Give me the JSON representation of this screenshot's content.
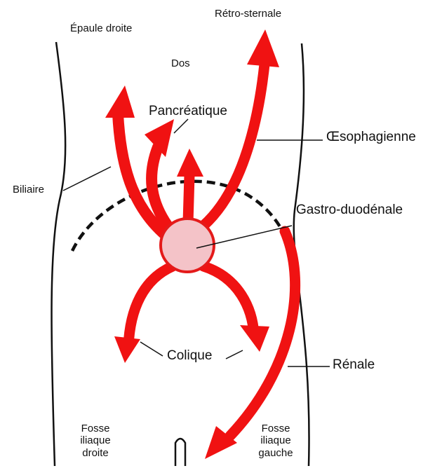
{
  "labels": {
    "epaule_droite": "Épaule droite",
    "retro_sternale": "Rétro-sternale",
    "dos": "Dos",
    "pancreatique": "Pancréatique",
    "oesophagienne": "Œsophagienne",
    "biliaire": "Biliaire",
    "gastro_duodenale": "Gastro-duodénale",
    "colique": "Colique",
    "renale": "Rénale",
    "fosse_droite": [
      "Fosse",
      "iliaque",
      "droite"
    ],
    "fosse_gauche": [
      "Fosse",
      "iliaque",
      "gauche"
    ]
  },
  "colors": {
    "arrow": "#f01212",
    "center_fill": "#f4c3c8",
    "center_stroke": "#e41a1a",
    "outline": "#111111"
  }
}
